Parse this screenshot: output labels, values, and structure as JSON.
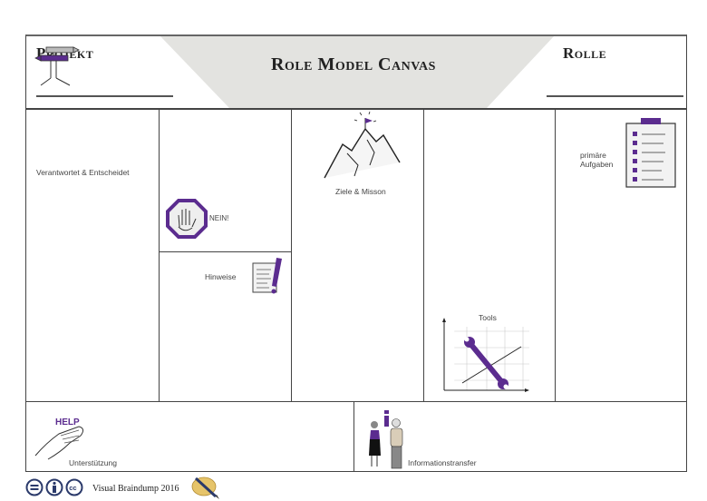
{
  "header": {
    "project_label": "Projekt",
    "title": "Role Model Canvas",
    "role_label": "Rolle"
  },
  "sections": {
    "responsible": {
      "label": "Verantwortet & Entscheidet",
      "icon": "signpost-icon"
    },
    "no": {
      "label": "NEIN!",
      "icon": "stop-hand-icon"
    },
    "notes": {
      "label": "Hinweise",
      "icon": "notes-exclamation-icon"
    },
    "goals": {
      "label": "Ziele & Misson",
      "icon": "mountain-flag-icon"
    },
    "tools": {
      "label": "Tools",
      "icon": "wrench-chart-icon"
    },
    "tasks": {
      "label_line1": "primäre",
      "label_line2": "Aufgaben",
      "icon": "checklist-clipboard-icon"
    },
    "support": {
      "label": "Unterstützung",
      "icon": "help-hand-icon",
      "icon_text": "HELP"
    },
    "info": {
      "label": "Informationstransfer",
      "icon": "people-info-icon",
      "icon_text": "i"
    }
  },
  "footer": {
    "license_icons": [
      "cc-nd-icon",
      "cc-by-icon",
      "cc-icon"
    ],
    "credit": "Visual Braindump 2016",
    "logo": "brain-pencil-logo"
  },
  "colors": {
    "accent": "#5b2c8f",
    "header_fill": "#e3e3e0",
    "lines": "#444444"
  }
}
